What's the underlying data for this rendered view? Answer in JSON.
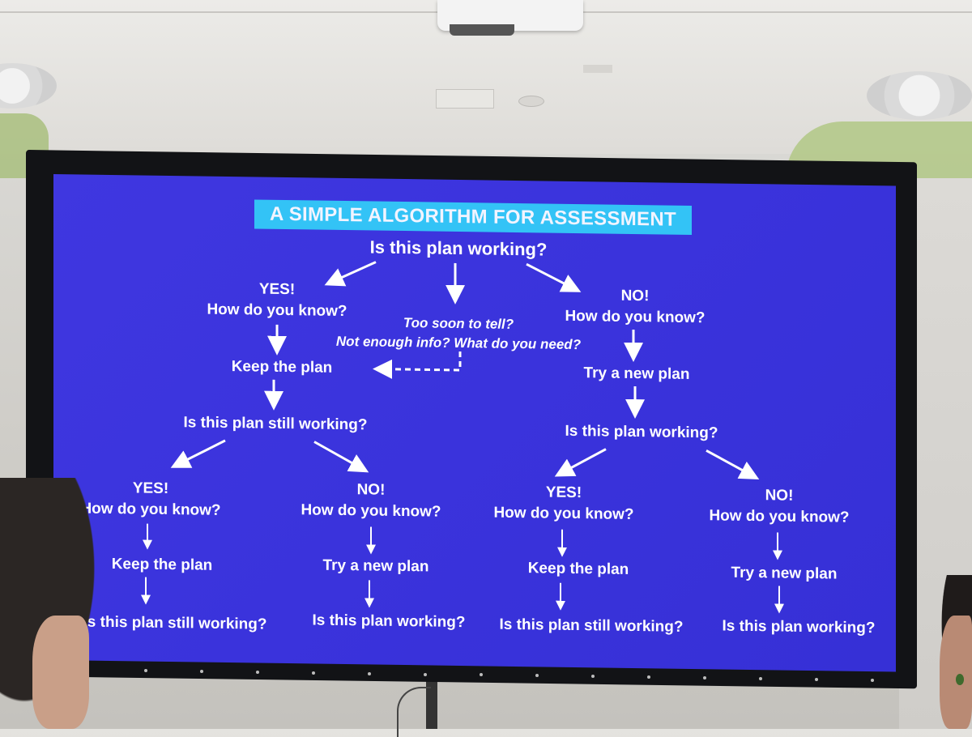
{
  "slide": {
    "title": "A SIMPLE ALGORITHM FOR ASSESSMENT",
    "root": "Is this plan working?",
    "yes_branch": {
      "answer": "YES!",
      "question": "How do you know?",
      "action": "Keep the plan",
      "followup": "Is this plan still working?"
    },
    "unsure_branch": {
      "line1": "Too soon to tell?",
      "line2": "Not enough info? What do you need?"
    },
    "no_branch": {
      "answer": "NO!",
      "question": "How do you know?",
      "action": "Try a new plan",
      "followup": "Is this plan working?"
    },
    "leaves": [
      {
        "answer": "YES!",
        "question": "How do you know?",
        "action": "Keep the plan",
        "followup": "Is this plan still working?"
      },
      {
        "answer": "NO!",
        "question": "How do you know?",
        "action": "Try a new plan",
        "followup": "Is this plan working?"
      },
      {
        "answer": "YES!",
        "question": "How do you know?",
        "action": "Keep the plan",
        "followup": "Is this plan still working?"
      },
      {
        "answer": "NO!",
        "question": "How do you know?",
        "action": "Try a new plan",
        "followup": "Is this plan working?"
      }
    ]
  },
  "colors": {
    "slide_background": "#3a33dc",
    "title_banner": "#33c3f6",
    "text": "#ffffff"
  }
}
